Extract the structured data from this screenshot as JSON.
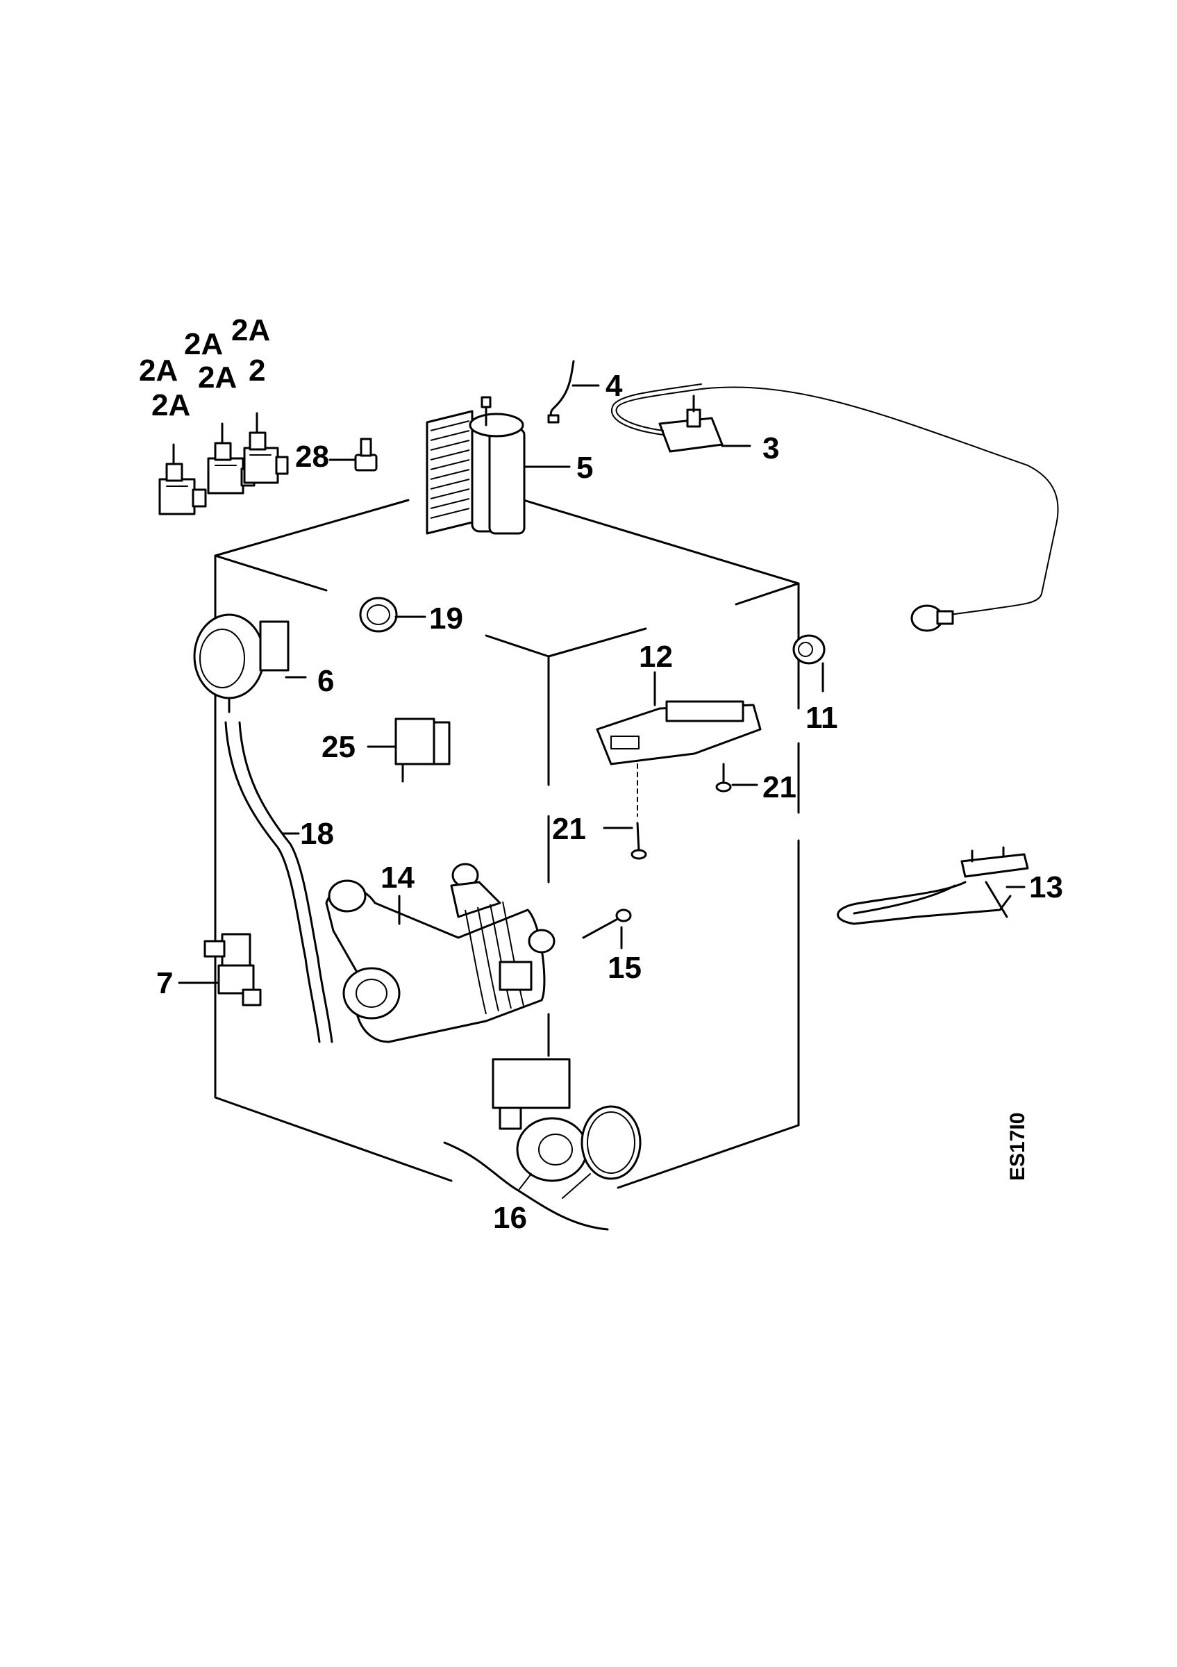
{
  "drawing_code": "ES17I0",
  "labels": {
    "p2": "2",
    "p2a_1": "2A",
    "p2a_2": "2A",
    "p2a_3": "2A",
    "p2a_4": "2A",
    "p2a_5": "2A",
    "p3": "3",
    "p4": "4",
    "p5": "5",
    "p6": "6",
    "p7": "7",
    "p11": "11",
    "p12": "12",
    "p13": "13",
    "p14": "14",
    "p15": "15",
    "p16": "16",
    "p18": "18",
    "p19": "19",
    "p21_a": "21",
    "p21_b": "21",
    "p25": "25",
    "p28": "28"
  }
}
